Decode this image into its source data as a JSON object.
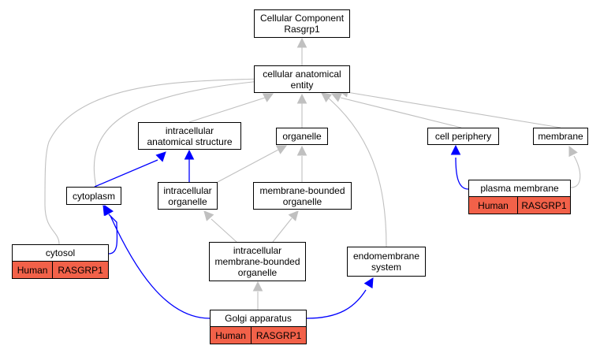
{
  "colors": {
    "is_a_edge": "#c0c0c0",
    "part_of_edge": "#0000ff",
    "annotation_fill": "#f26149",
    "node_fill": "#ffffff",
    "node_border": "#000000"
  },
  "nodes": {
    "root": {
      "label": "Cellular Component\nRasgrp1"
    },
    "cae": {
      "label": "cellular anatomical\nentity"
    },
    "ias": {
      "label": "intracellular\nanatomical structure"
    },
    "organelle": {
      "label": "organelle"
    },
    "periphery": {
      "label": "cell periphery"
    },
    "membrane": {
      "label": "membrane"
    },
    "cytoplasm": {
      "label": "cytoplasm"
    },
    "io": {
      "label": "intracellular\norganelle"
    },
    "mbo": {
      "label": "membrane-bounded\norganelle"
    },
    "pm": {
      "label": "plasma membrane"
    },
    "cytosol": {
      "label": "cytosol"
    },
    "imbo": {
      "label": "intracellular\nmembrane-bounded\norganelle"
    },
    "endo": {
      "label": "endomembrane\nsystem"
    },
    "golgi": {
      "label": "Golgi apparatus"
    }
  },
  "annotations": {
    "pm": {
      "species": "Human",
      "gene": "RASGRP1"
    },
    "cytosol": {
      "species": "Human",
      "gene": "RASGRP1"
    },
    "golgi": {
      "species": "Human",
      "gene": "RASGRP1"
    }
  },
  "edges": [
    {
      "from": "cae",
      "to": "root",
      "type": "is_a"
    },
    {
      "from": "ias",
      "to": "cae",
      "type": "is_a"
    },
    {
      "from": "organelle",
      "to": "cae",
      "type": "is_a"
    },
    {
      "from": "periphery",
      "to": "cae",
      "type": "is_a"
    },
    {
      "from": "membrane",
      "to": "cae",
      "type": "is_a"
    },
    {
      "from": "cytoplasm",
      "to": "cae",
      "type": "is_a"
    },
    {
      "from": "cytosol",
      "to": "cae",
      "type": "is_a"
    },
    {
      "from": "endo",
      "to": "cae",
      "type": "is_a"
    },
    {
      "from": "cytoplasm",
      "to": "ias",
      "type": "part_of"
    },
    {
      "from": "io",
      "to": "ias",
      "type": "part_of"
    },
    {
      "from": "io",
      "to": "organelle",
      "type": "is_a"
    },
    {
      "from": "mbo",
      "to": "organelle",
      "type": "is_a"
    },
    {
      "from": "pm",
      "to": "periphery",
      "type": "part_of"
    },
    {
      "from": "pm",
      "to": "membrane",
      "type": "is_a"
    },
    {
      "from": "cytosol",
      "to": "cytoplasm",
      "type": "part_of"
    },
    {
      "from": "imbo",
      "to": "io",
      "type": "is_a"
    },
    {
      "from": "imbo",
      "to": "mbo",
      "type": "is_a"
    },
    {
      "from": "golgi",
      "to": "cytoplasm",
      "type": "part_of"
    },
    {
      "from": "golgi",
      "to": "imbo",
      "type": "is_a"
    },
    {
      "from": "golgi",
      "to": "endo",
      "type": "part_of"
    }
  ]
}
